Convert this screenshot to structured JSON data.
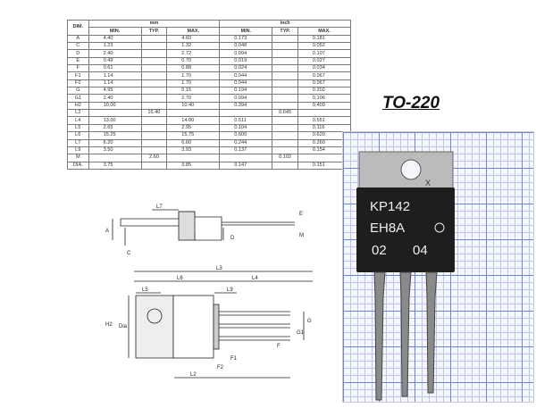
{
  "table": {
    "dim_header": "DIM.",
    "unit_mm": "mm",
    "unit_inch": "inch",
    "sub_headers": [
      "MIN.",
      "TYP.",
      "MAX.",
      "MIN.",
      "TYP.",
      "MAX."
    ],
    "rows": [
      [
        "A",
        "4.40",
        "",
        "4.60",
        "0.173",
        "",
        "0.181"
      ],
      [
        "C",
        "1.23",
        "",
        "1.32",
        "0.048",
        "",
        "0.052"
      ],
      [
        "D",
        "2.40",
        "",
        "2.72",
        "0.094",
        "",
        "0.107"
      ],
      [
        "E",
        "0.49",
        "",
        "0.70",
        "0.019",
        "",
        "0.027"
      ],
      [
        "F",
        "0.61",
        "",
        "0.88",
        "0.024",
        "",
        "0.034"
      ],
      [
        "F1",
        "1.14",
        "",
        "1.70",
        "0.044",
        "",
        "0.067"
      ],
      [
        "F2",
        "1.14",
        "",
        "1.70",
        "0.044",
        "",
        "0.067"
      ],
      [
        "G",
        "4.95",
        "",
        "5.15",
        "0.194",
        "",
        "0.202"
      ],
      [
        "G1",
        "2.40",
        "",
        "2.70",
        "0.094",
        "",
        "0.106"
      ],
      [
        "H2",
        "10.00",
        "",
        "10.40",
        "0.394",
        "",
        "0.409"
      ],
      [
        "L2",
        "",
        "16.40",
        "",
        "",
        "0.645",
        ""
      ],
      [
        "L4",
        "13.00",
        "",
        "14.00",
        "0.511",
        "",
        "0.551"
      ],
      [
        "L5",
        "2.65",
        "",
        "2.95",
        "0.104",
        "",
        "0.116"
      ],
      [
        "L6",
        "15.25",
        "",
        "15.75",
        "0.600",
        "",
        "0.620"
      ],
      [
        "L7",
        "6.20",
        "",
        "6.60",
        "0.244",
        "",
        "0.260"
      ],
      [
        "L9",
        "3.50",
        "",
        "3.93",
        "0.137",
        "",
        "0.154"
      ],
      [
        "M",
        "",
        "2.60",
        "",
        "",
        "0.102",
        ""
      ],
      [
        "DIA.",
        "3.75",
        "",
        "3.85",
        "0.147",
        "",
        "0.151"
      ]
    ]
  },
  "package_title": "TO-220",
  "drawing_labels": {
    "L7": "L7",
    "E": "E",
    "A": "A",
    "C": "C",
    "D": "D",
    "M": "M",
    "L3": "L3",
    "L6": "L6",
    "L4": "L4",
    "L5": "L5",
    "L9": "L9",
    "H2": "H2",
    "Dia": "Dia",
    "G": "G",
    "G1": "G1",
    "F": "F",
    "F1": "F1",
    "F2": "F2",
    "L2": "L2"
  },
  "photo_marking": {
    "line1": "KP142",
    "line2": "EH8A",
    "line3a": "02",
    "line3b": "04",
    "corner": "X"
  }
}
